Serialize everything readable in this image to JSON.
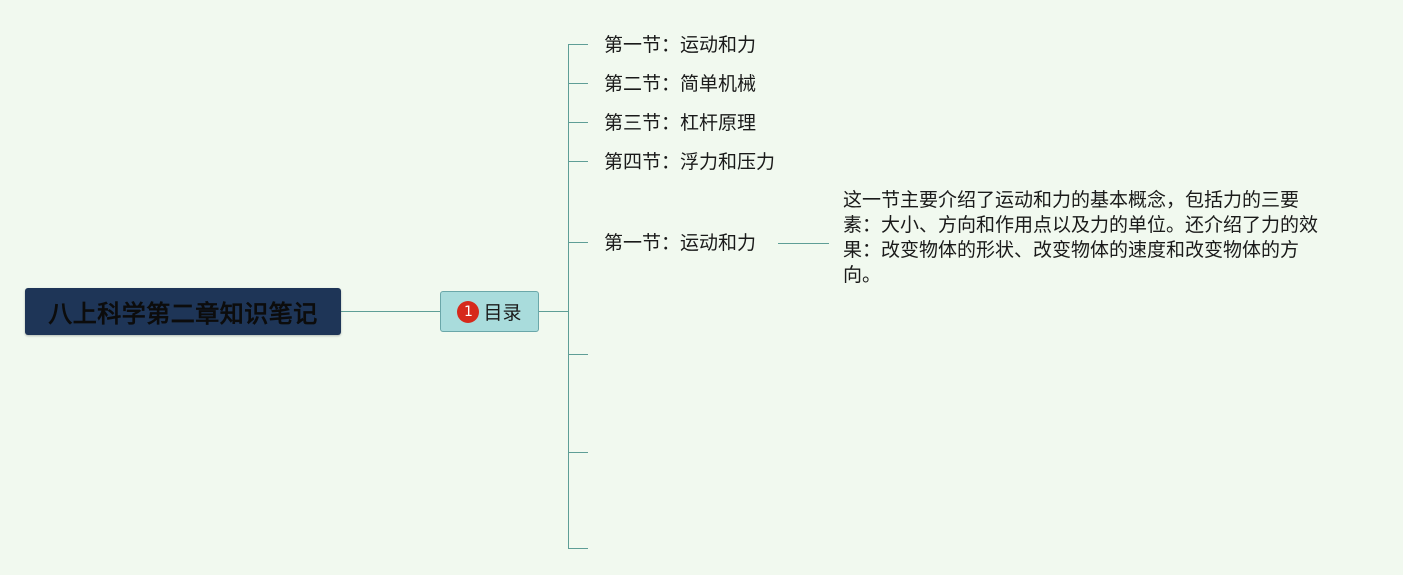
{
  "colors": {
    "background": "#f1f9ef",
    "root_fill": "#1e3557",
    "root_text": "#0c0c0c",
    "main_fill": "#a9dcdc",
    "main_text": "#1a1a1a",
    "marker_fill": "#d6291b",
    "marker_text": "#ffffff",
    "line": "#5e9e96",
    "text": "#1a1a1a"
  },
  "mindmap": {
    "root": {
      "label": "八上科学第二章知识笔记"
    },
    "main": {
      "label": "目录",
      "marker": "1",
      "marker_icon": "priority-1-icon"
    },
    "branches": [
      {
        "label": "第一节：运动和力"
      },
      {
        "label": "第二节：简单机械"
      },
      {
        "label": "第三节：杠杆原理"
      },
      {
        "label": "第四节：浮力和压力"
      },
      {
        "label": "第一节：运动和力",
        "note": "这一节主要介绍了运动和力的基本概念，包括力的三要素：大小、方向和作用点以及力的单位。还介绍了力的效果：改变物体的形状、改变物体的速度和改变物体的方向。"
      },
      {
        "label": ""
      },
      {
        "label": ""
      },
      {
        "label": ""
      }
    ]
  }
}
